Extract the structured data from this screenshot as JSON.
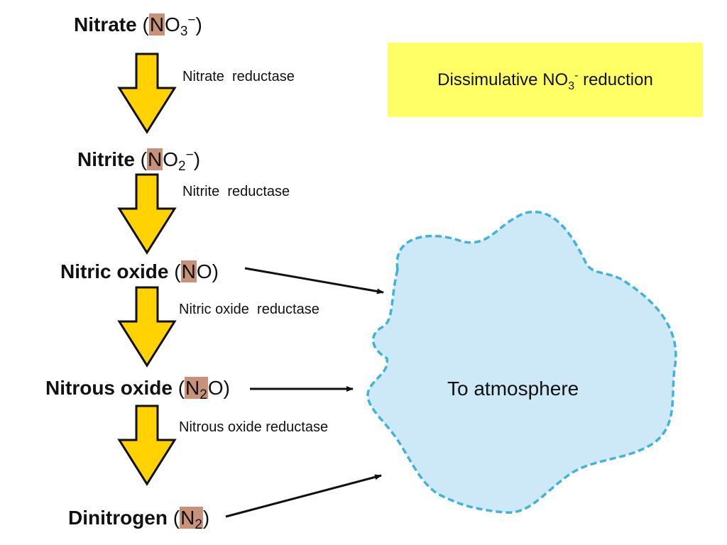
{
  "title": {
    "prefix": "Dissimulative NO",
    "sub": "3",
    "sup": "-",
    "suffix": " reduction",
    "color": "#ffff66"
  },
  "steps": [
    {
      "name": "Nitrate",
      "open": " (",
      "hl": "N",
      "rest": "O",
      "sub": "3",
      "sup": "−",
      "close": ")"
    },
    {
      "name": "Nitrite",
      "open": " (",
      "hl": "N",
      "rest": "O",
      "sub": "2",
      "sup": "−",
      "close": ")"
    },
    {
      "name": "Nitric oxide",
      "open": " (",
      "hl": "N",
      "rest": "O",
      "close": ")"
    },
    {
      "name": "Nitrous oxide",
      "open": " (",
      "hl": "N",
      "hl_sub": "2",
      "rest": "O",
      "close": ")"
    },
    {
      "name": "Dinitrogen",
      "open": " (",
      "hl": "N",
      "hl_sub": "2",
      "close": ")"
    }
  ],
  "enzymes": [
    "Nitrate  reductase",
    "Nitrite  reductase",
    "Nitric oxide  reductase",
    "Nitrous oxide reductase"
  ],
  "cloud": {
    "label": "To atmosphere",
    "fill": "#cde9f7",
    "stroke": "#3fb3dd"
  },
  "colors": {
    "arrow_fill": "#ffd200",
    "arrow_stroke": "#111111",
    "highlight": "#c8917a"
  }
}
